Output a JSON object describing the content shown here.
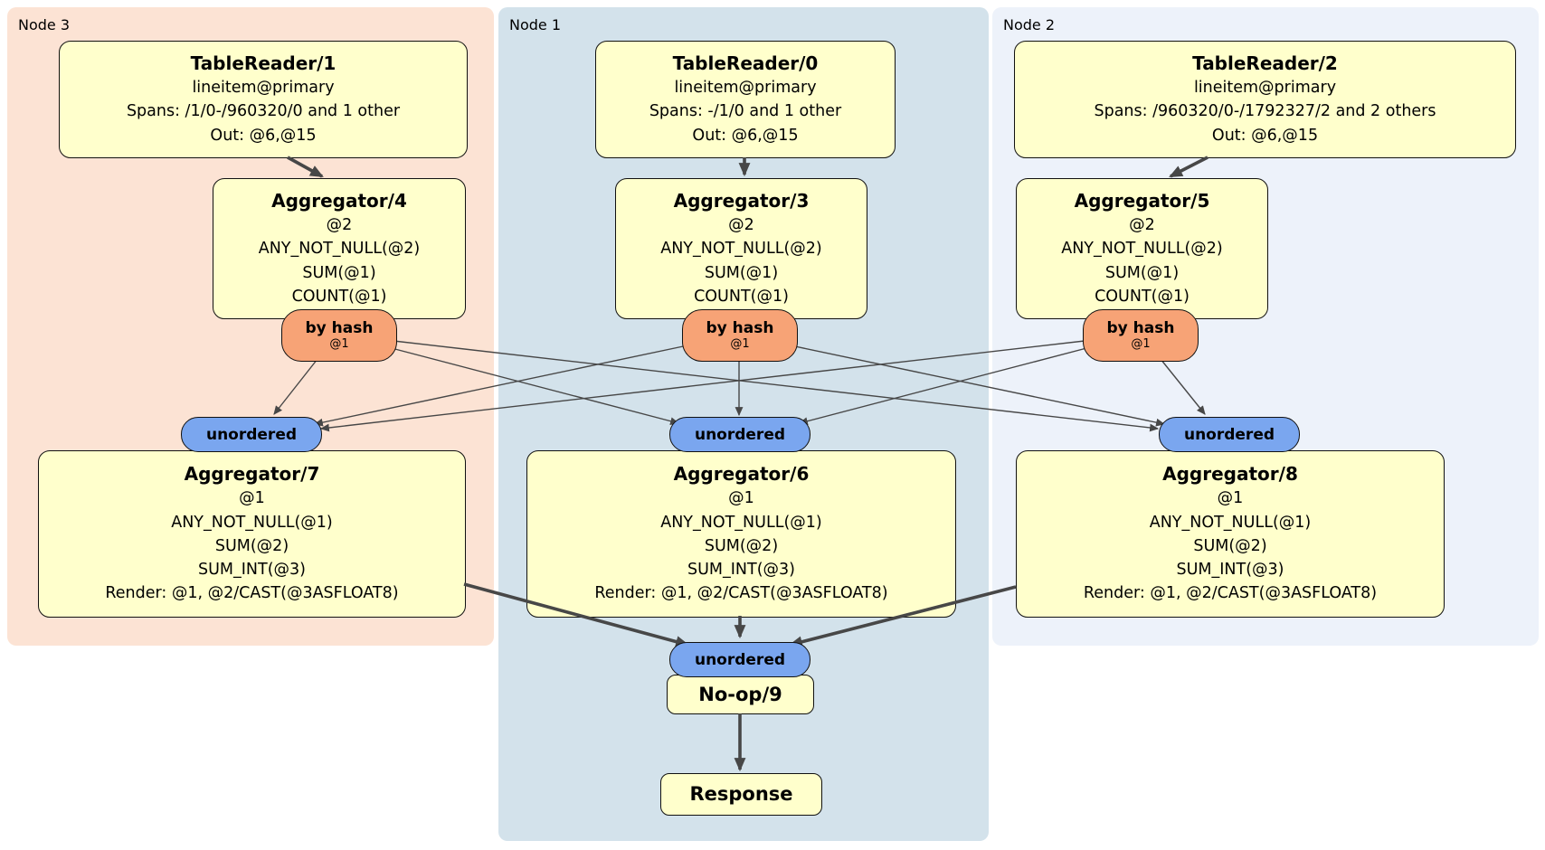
{
  "colors": {
    "node3-bg": "#fce3d4",
    "node1-bg": "#d3e2eb",
    "node2-bg": "#edf2fa",
    "processor-fill": "#ffffcc",
    "router-fill": "#f7a376",
    "sync-fill": "#7aa6ef",
    "edge": "#474747"
  },
  "regions": [
    {
      "label": "Node 3",
      "tablereader": {
        "title": "TableReader/1",
        "index": "lineitem@primary",
        "spans": "Spans: /1/0-/960320/0 and 1 other",
        "out": "Out: @6,@15"
      },
      "agg_top": {
        "title": "Aggregator/4",
        "lines": [
          "@2",
          "ANY_NOT_NULL(@2)",
          "SUM(@1)",
          "COUNT(@1)"
        ]
      },
      "router": {
        "label": "by hash",
        "key": "@1"
      },
      "sync": {
        "label": "unordered"
      },
      "agg_bottom": {
        "title": "Aggregator/7",
        "lines": [
          "@1",
          "ANY_NOT_NULL(@1)",
          "SUM(@2)",
          "SUM_INT(@3)",
          "Render: @1, @2/CAST(@3ASFLOAT8)"
        ]
      }
    },
    {
      "label": "Node 1",
      "tablereader": {
        "title": "TableReader/0",
        "index": "lineitem@primary",
        "spans": "Spans: -/1/0 and 1 other",
        "out": "Out: @6,@15"
      },
      "agg_top": {
        "title": "Aggregator/3",
        "lines": [
          "@2",
          "ANY_NOT_NULL(@2)",
          "SUM(@1)",
          "COUNT(@1)"
        ]
      },
      "router": {
        "label": "by hash",
        "key": "@1"
      },
      "sync": {
        "label": "unordered"
      },
      "agg_bottom": {
        "title": "Aggregator/6",
        "lines": [
          "@1",
          "ANY_NOT_NULL(@1)",
          "SUM(@2)",
          "SUM_INT(@3)",
          "Render: @1, @2/CAST(@3ASFLOAT8)"
        ]
      }
    },
    {
      "label": "Node 2",
      "tablereader": {
        "title": "TableReader/2",
        "index": "lineitem@primary",
        "spans": "Spans: /960320/0-/1792327/2 and 2 others",
        "out": "Out: @6,@15"
      },
      "agg_top": {
        "title": "Aggregator/5",
        "lines": [
          "@2",
          "ANY_NOT_NULL(@2)",
          "SUM(@1)",
          "COUNT(@1)"
        ]
      },
      "router": {
        "label": "by hash",
        "key": "@1"
      },
      "sync": {
        "label": "unordered"
      },
      "agg_bottom": {
        "title": "Aggregator/8",
        "lines": [
          "@1",
          "ANY_NOT_NULL(@1)",
          "SUM(@2)",
          "SUM_INT(@3)",
          "Render: @1, @2/CAST(@3ASFLOAT8)"
        ]
      }
    }
  ],
  "tail": {
    "sync": {
      "label": "unordered"
    },
    "noop": {
      "title": "No-op/9"
    },
    "response": {
      "title": "Response"
    }
  },
  "connections": [
    "TableReader/1 -> Aggregator/4",
    "TableReader/0 -> Aggregator/3",
    "TableReader/2 -> Aggregator/5",
    "Aggregator/4 -> by hash @1",
    "Aggregator/3 -> by hash @1",
    "Aggregator/5 -> by hash @1",
    "by hash(Aggregator/4) -> unordered(Aggregator/7)",
    "by hash(Aggregator/4) -> unordered(Aggregator/6)",
    "by hash(Aggregator/4) -> unordered(Aggregator/8)",
    "by hash(Aggregator/3) -> unordered(Aggregator/7)",
    "by hash(Aggregator/3) -> unordered(Aggregator/6)",
    "by hash(Aggregator/3) -> unordered(Aggregator/8)",
    "by hash(Aggregator/5) -> unordered(Aggregator/7)",
    "by hash(Aggregator/5) -> unordered(Aggregator/6)",
    "by hash(Aggregator/5) -> unordered(Aggregator/8)",
    "Aggregator/7 -> unordered(No-op/9)",
    "Aggregator/6 -> unordered(No-op/9)",
    "Aggregator/8 -> unordered(No-op/9)",
    "No-op/9 -> Response"
  ]
}
